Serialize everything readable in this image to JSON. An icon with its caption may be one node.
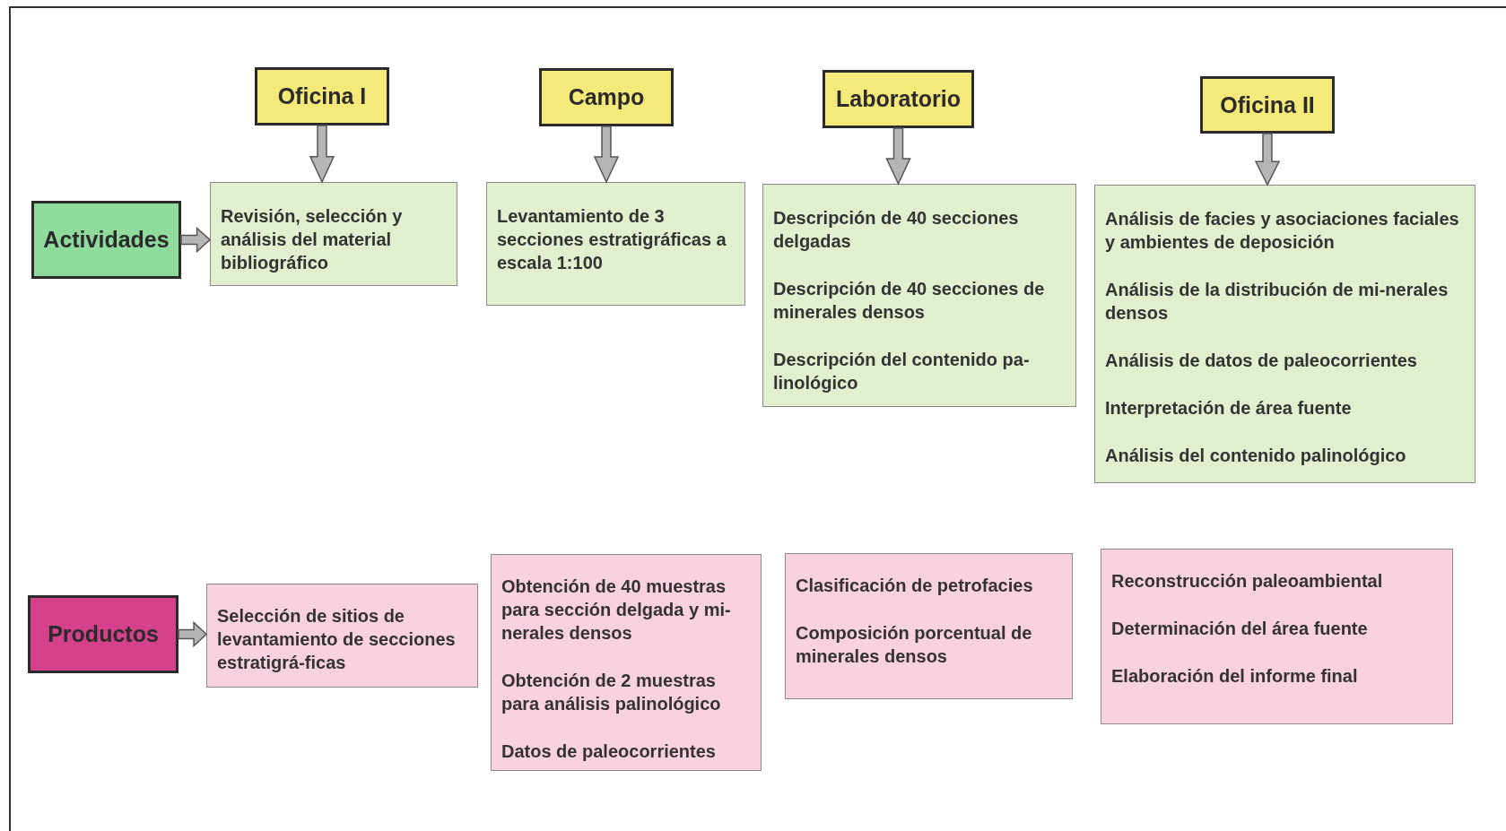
{
  "diagram": {
    "nodes": [
      {
        "text": [
          "Oficina I"
        ]
      },
      {
        "text": [
          "Campo"
        ]
      },
      {
        "text": [
          "Laboratorio"
        ]
      },
      {
        "text": [
          "Oficina II"
        ]
      },
      {
        "text": [
          "Actividades"
        ]
      },
      {
        "text": [
          "Revisión, selección y análisis del material bibliográfico"
        ]
      },
      {
        "text": [
          "Levantamiento de 3 secciones estratigráficas a escala 1:100"
        ]
      },
      {
        "text": [
          "Descripción de 40 secciones delgadas",
          "Descripción de 40 secciones de minerales densos",
          "Descripción del contenido pa-linológico"
        ]
      },
      {
        "text": [
          "Análisis de facies y asociaciones faciales y ambientes de deposición",
          "Análisis de la distribución de mi-nerales densos",
          "Análisis de datos de paleocorrientes",
          "Interpretación de área fuente",
          "Análisis del contenido palinológico"
        ]
      },
      {
        "text": [
          "Productos"
        ]
      },
      {
        "text": [
          "Selección de sitios de levantamiento de secciones estratigrá-ficas"
        ]
      },
      {
        "text": [
          "Obtención de 40 muestras para sección delgada y mi-nerales densos",
          "Obtención de 2 muestras para análisis palinológico",
          "Datos de paleocorrientes"
        ]
      },
      {
        "text": [
          "Clasificación de petrofacies",
          "Composición porcentual de minerales densos"
        ]
      },
      {
        "text": [
          "Reconstrucción paleoambiental",
          "Determinación del  área fuente",
          "Elaboración del informe final"
        ]
      }
    ],
    "edges": [
      {
        "from": 0,
        "to": 5,
        "arrow": "to"
      },
      {
        "from": 1,
        "to": 6,
        "arrow": "to"
      },
      {
        "from": 2,
        "to": 7,
        "arrow": "to"
      },
      {
        "from": 3,
        "to": 8,
        "arrow": "to"
      },
      {
        "from": 4,
        "to": 5,
        "arrow": "to"
      },
      {
        "from": 9,
        "to": 10,
        "arrow": "to"
      }
    ]
  }
}
